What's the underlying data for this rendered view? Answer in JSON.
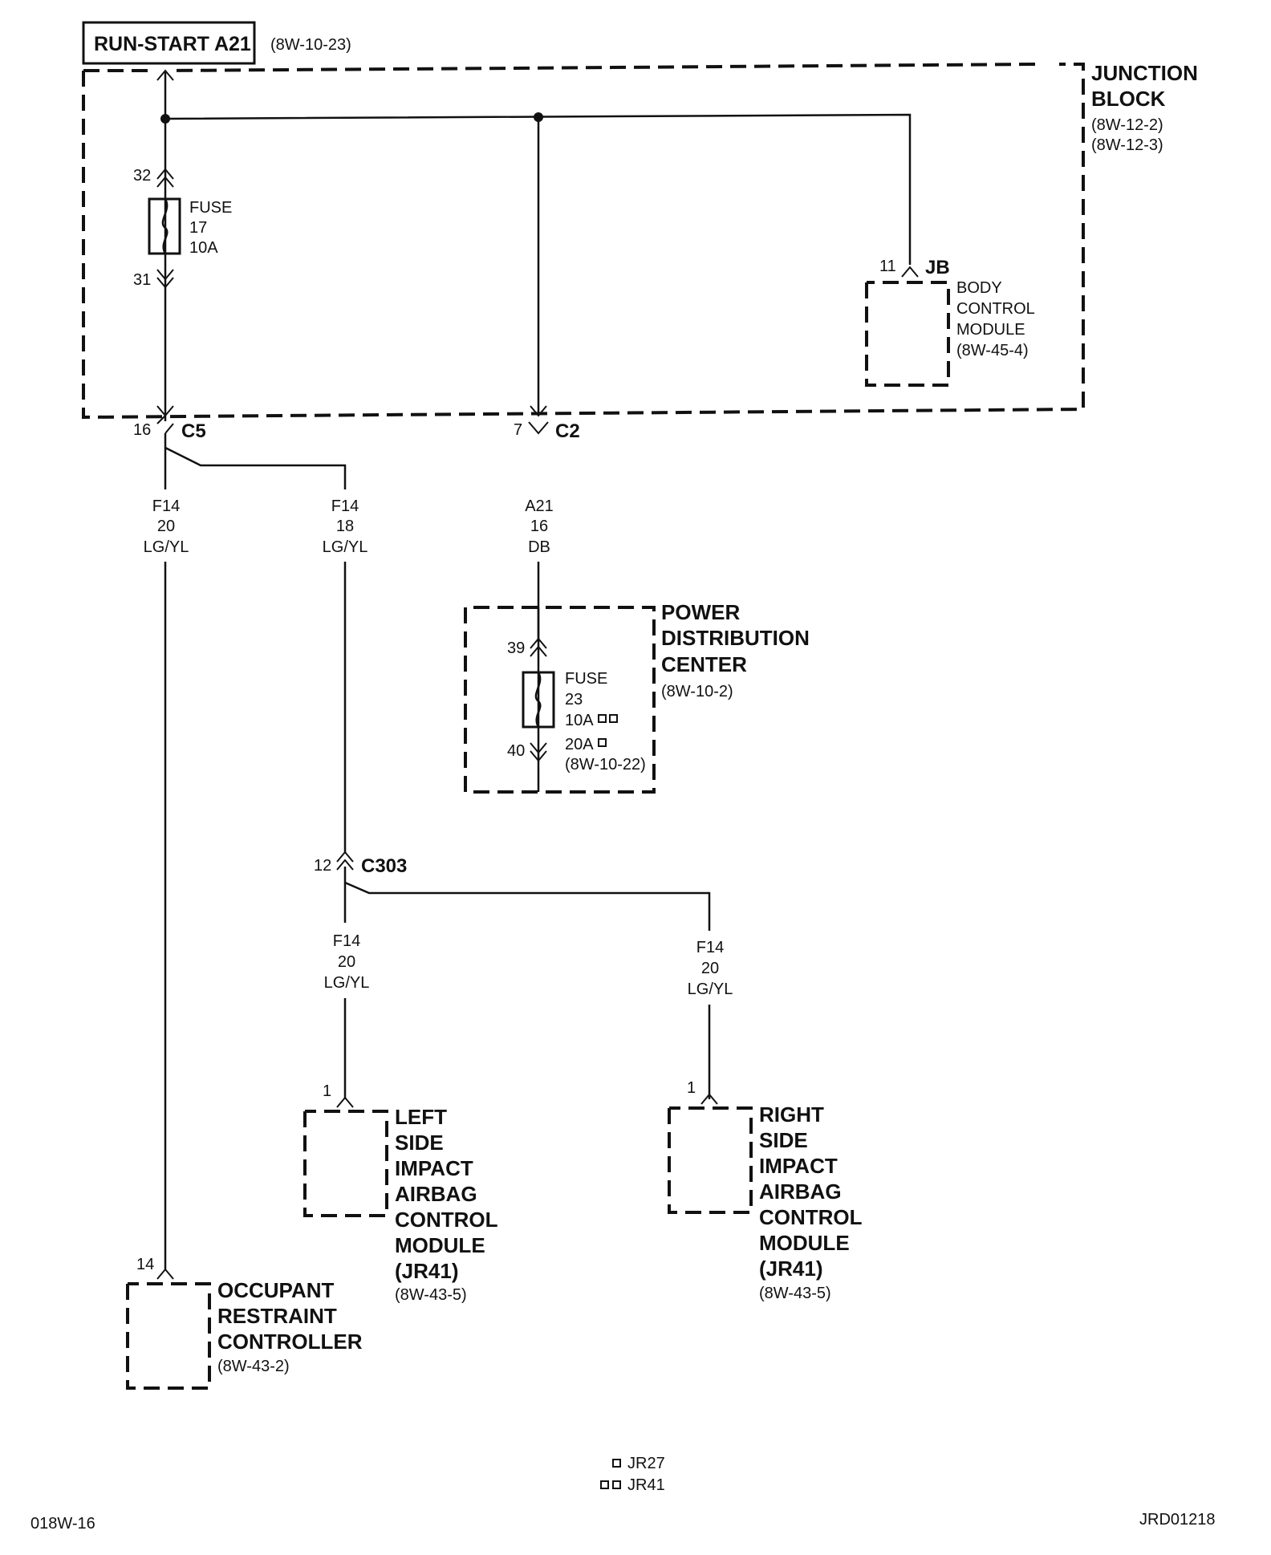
{
  "header": {
    "circuit_label": "RUN-START A21",
    "circuit_ref": "(8W-10-23)"
  },
  "junction_block": {
    "name_line1": "JUNCTION",
    "name_line2": "BLOCK",
    "ref1": "(8W-12-2)",
    "ref2": "(8W-12-3)",
    "fuse": {
      "line1": "FUSE",
      "line2": "17",
      "line3": "10A",
      "pin_in": "32",
      "pin_out": "31"
    }
  },
  "body_control_module": {
    "pin": "11",
    "connector": "JB",
    "line1": "BODY",
    "line2": "CONTROL",
    "line3": "MODULE",
    "ref": "(8W-45-4)"
  },
  "connectors": {
    "c5": {
      "name": "C5",
      "pin": "16"
    },
    "c2": {
      "name": "C2",
      "pin": "7"
    },
    "c303": {
      "name": "C303",
      "pin": "12"
    }
  },
  "wires": {
    "w1": {
      "circuit": "F14",
      "gauge": "20",
      "color": "LG/YL"
    },
    "w2": {
      "circuit": "F14",
      "gauge": "18",
      "color": "LG/YL"
    },
    "w3": {
      "circuit": "A21",
      "gauge": "16",
      "color": "DB"
    },
    "w4": {
      "circuit": "F14",
      "gauge": "20",
      "color": "LG/YL"
    },
    "w5": {
      "circuit": "F14",
      "gauge": "20",
      "color": "LG/YL"
    }
  },
  "power_distribution_center": {
    "line1": "POWER",
    "line2": "DISTRIBUTION",
    "line3": "CENTER",
    "ref": "(8W-10-2)",
    "fuse": {
      "line1": "FUSE",
      "line2": "23",
      "line3": "10A",
      "line4": "20A",
      "line5": "(8W-10-22)",
      "pin_in": "39",
      "pin_out": "40"
    }
  },
  "left_airbag": {
    "pin": "1",
    "line1": "LEFT",
    "line2": "SIDE",
    "line3": "IMPACT",
    "line4": "AIRBAG",
    "line5": "CONTROL",
    "line6": "MODULE",
    "line7": "(JR41)",
    "ref": "(8W-43-5)"
  },
  "right_airbag": {
    "pin": "1",
    "line1": "RIGHT",
    "line2": "SIDE",
    "line3": "IMPACT",
    "line4": "AIRBAG",
    "line5": "CONTROL",
    "line6": "MODULE",
    "line7": "(JR41)",
    "ref": "(8W-43-5)"
  },
  "occupant_restraint": {
    "pin": "14",
    "line1": "OCCUPANT",
    "line2": "RESTRAINT",
    "line3": "CONTROLLER",
    "ref": "(8W-43-2)"
  },
  "legend": {
    "item1": "JR27",
    "item2": "JR41"
  },
  "footer": {
    "page_code": "018W-16",
    "drawing_id": "JRD01218"
  }
}
